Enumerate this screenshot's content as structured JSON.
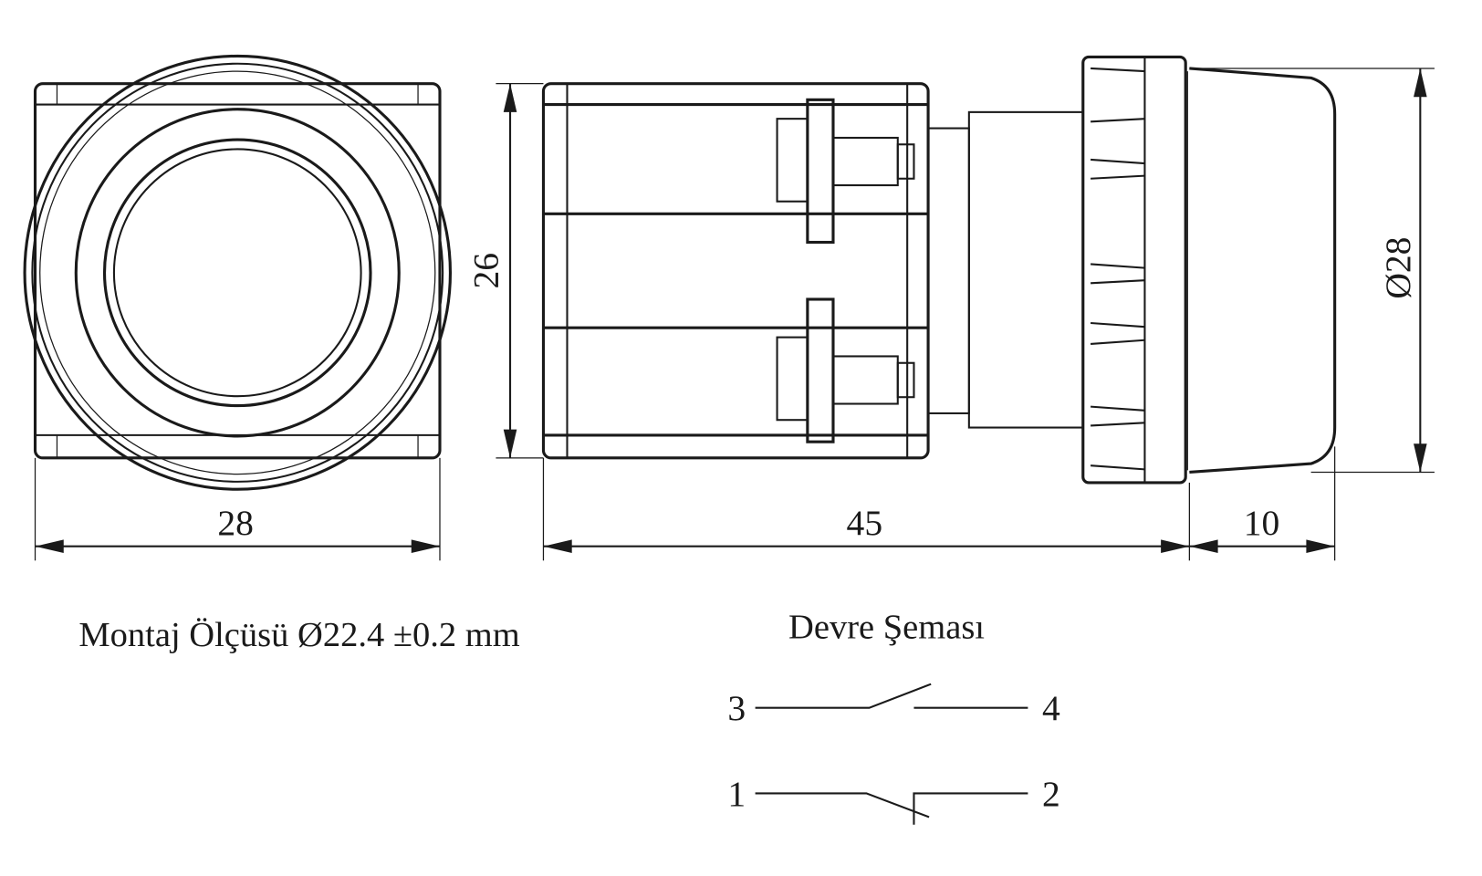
{
  "dimensions": {
    "front_width": "28",
    "body_height": "26",
    "body_length": "45",
    "lens_depth": "10",
    "bezel_diameter": "Ø28"
  },
  "mounting_note": "Montaj Ölçüsü Ø22.4 ±0.2 mm",
  "circuit": {
    "title": "Devre Şeması",
    "no_contact": {
      "left": "3",
      "right": "4"
    },
    "nc_contact": {
      "left": "1",
      "right": "2"
    }
  },
  "colors": {
    "ink": "#1a1a1a",
    "background": "#ffffff"
  }
}
